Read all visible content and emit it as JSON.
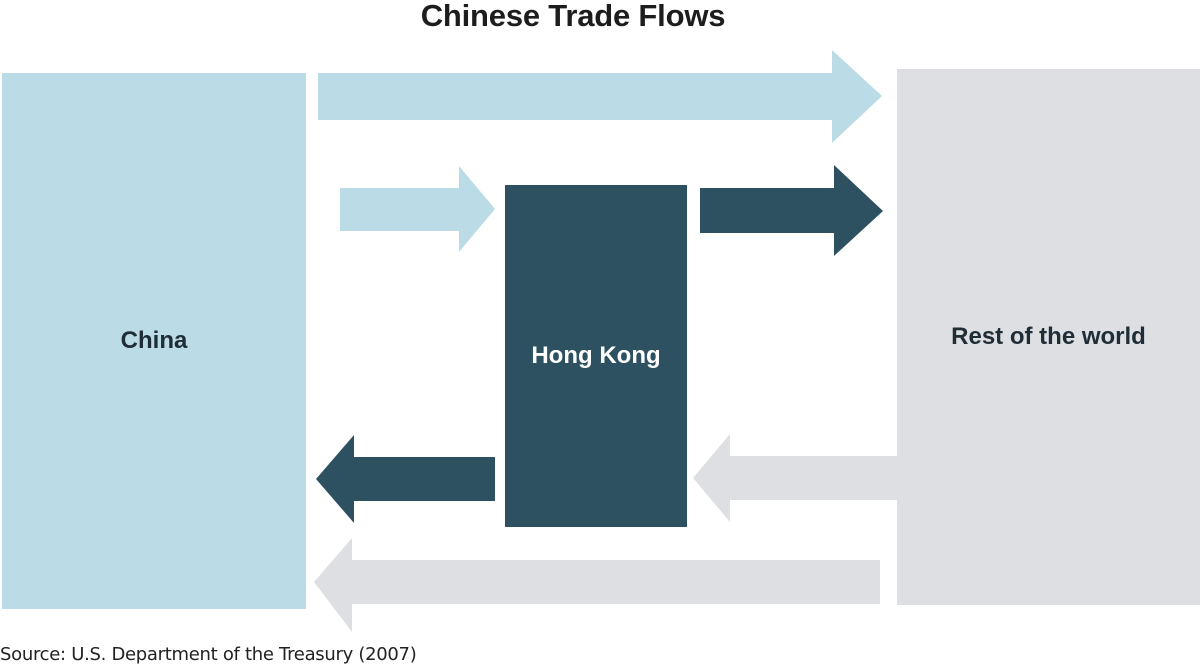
{
  "title": "Chinese Trade Flows",
  "nodes": {
    "china": "China",
    "hong_kong": "Hong Kong",
    "rest_of_world": "Rest of the world"
  },
  "flows": [
    {
      "from": "China",
      "to": "Rest of the world",
      "color": "#bbdbe7"
    },
    {
      "from": "China",
      "to": "Hong Kong",
      "color": "#bbdbe7"
    },
    {
      "from": "Hong Kong",
      "to": "Rest of the world",
      "color": "#2d5161"
    },
    {
      "from": "Hong Kong",
      "to": "China",
      "color": "#2d5161"
    },
    {
      "from": "Rest of the world",
      "to": "Hong Kong",
      "color": "#dedfe3"
    },
    {
      "from": "Rest of the world",
      "to": "China",
      "color": "#dedfe3"
    }
  ],
  "colors": {
    "china": "#bbdbe7",
    "hong_kong": "#2d5161",
    "rest_of_world": "#dedfe3"
  },
  "source": "Source: U.S. Department of the Treasury (2007)"
}
